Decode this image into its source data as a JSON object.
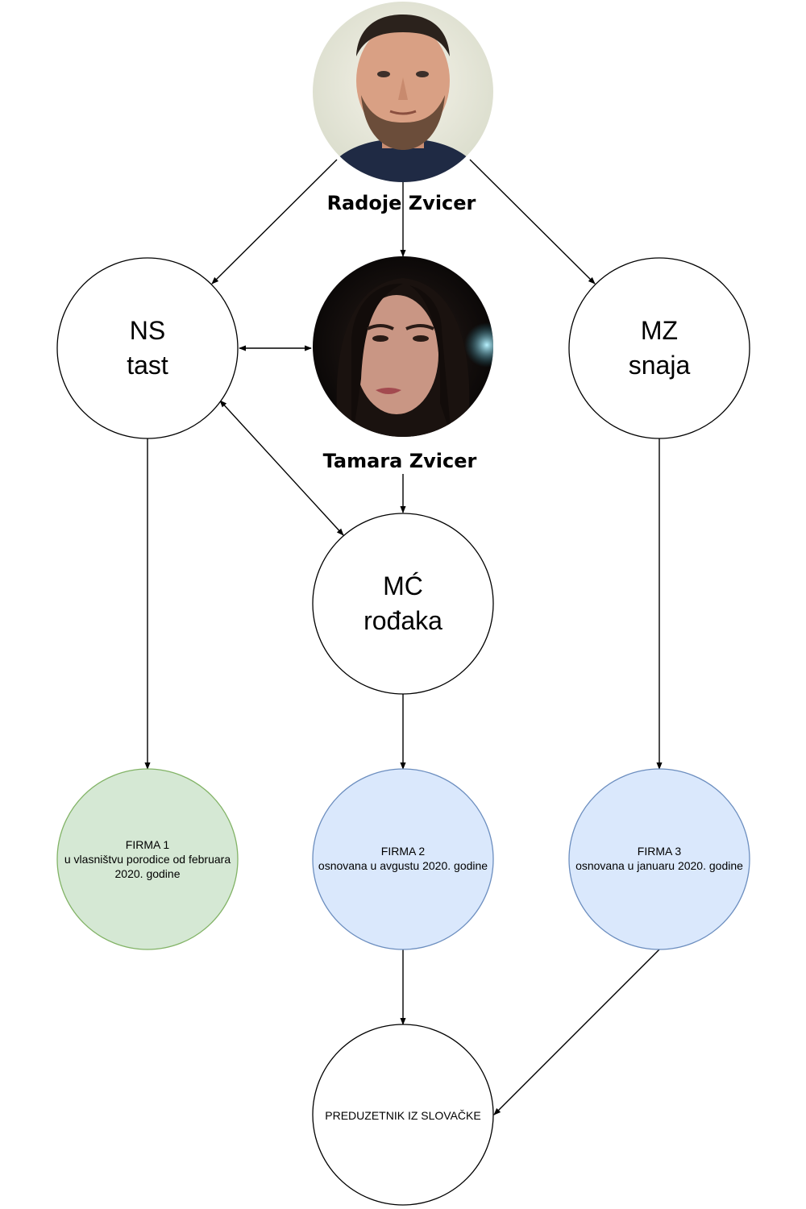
{
  "people": {
    "radoje": {
      "name": "Radoje Zvicer"
    },
    "tamara": {
      "name": "Tamara Zvicer"
    }
  },
  "nodes": {
    "ns": {
      "line1": "NS",
      "line2": "tast"
    },
    "mz": {
      "line1": "MZ",
      "line2": "snaja"
    },
    "mc": {
      "line1": "MĆ",
      "line2": "rođaka"
    },
    "firma1": {
      "line1": "FIRMA 1",
      "line2": "u vlasništvu porodice od februara",
      "line3": "2020. godine"
    },
    "firma2": {
      "line1": "FIRMA 2",
      "line2": "osnovana u avgustu 2020. godine"
    },
    "firma3": {
      "line1": "FIRMA 3",
      "line2": "osnovana u januaru 2020. godine"
    },
    "preduzetnik": {
      "line1": "PREDUZETNIK IZ SLOVAČKE"
    }
  },
  "colors": {
    "firma1_fill": "#d5e8d4",
    "firma1_stroke": "#82b366",
    "firma_blue_fill": "#dae8fc",
    "firma_blue_stroke": "#6c8ebf",
    "node_stroke": "#000000"
  },
  "icons": {
    "radoje_photo": "man-portrait-photo",
    "tamara_photo": "woman-portrait-photo"
  }
}
